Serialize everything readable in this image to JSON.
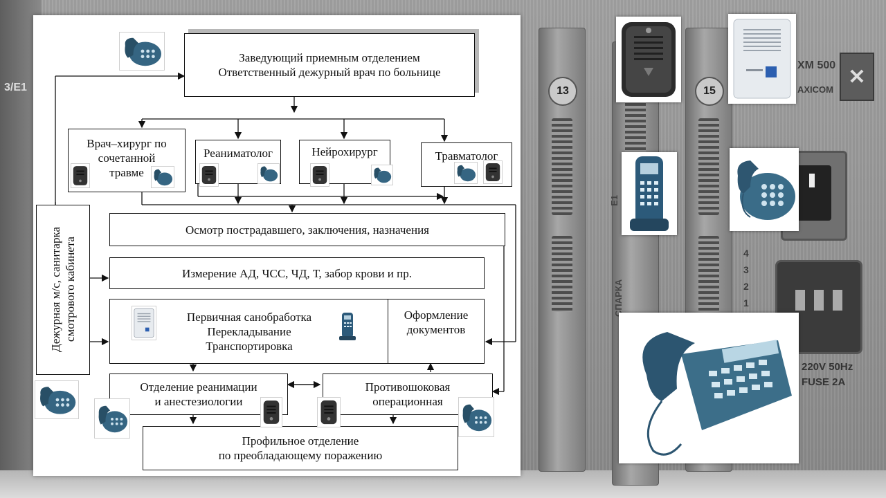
{
  "diagram": {
    "head": {
      "line1": "Заведующий приемным отделением",
      "line2": "Ответственный дежурный врач по больнице"
    },
    "surgeon": {
      "line1": "Врач–хирург по",
      "line2": "сочетанной",
      "line3": "травме"
    },
    "resuscitator": "Реаниматолог",
    "neurosurgeon": "Нейрохирург",
    "traumatologist": "Травматолог",
    "nurse": {
      "line1": "Дежурная м/с, санитарка",
      "line2": "смотрового кабинета"
    },
    "examination": "Осмотр пострадавшего,  заключения,  назначения",
    "measurement": "Измерение АД, ЧСС, ЧД, Т, забор крови  и пр.",
    "treatment": {
      "line1": "Первичная санобработка",
      "line2": "Перекладывание",
      "line3": "Транспортировка"
    },
    "documents": {
      "line1": "Оформление",
      "line2": "документов"
    },
    "icu": {
      "line1": "Отделение реанимации",
      "line2": "и анестезиологии"
    },
    "shock_room": {
      "line1": "Противошоковая",
      "line2": "операционная"
    },
    "profile_dept": {
      "line1": "Профильное отделение",
      "line2": "по преобладающему поражению"
    }
  },
  "hardware": {
    "slot_13": "13",
    "slot_15": "15",
    "side_label": "3/E1",
    "model": "XM 500",
    "brand": "AXICOM",
    "e1_label": "E1",
    "spark_label": "СПАРКА",
    "power_label": "220V  50Hz",
    "fuse_label": "FUSE 2A",
    "levels": [
      "4",
      "3",
      "2",
      "1"
    ]
  },
  "colors": {
    "phone_body": "#2f5b73",
    "phone_keys": "#9cc3d6",
    "intercom": "#3a3a3a"
  }
}
